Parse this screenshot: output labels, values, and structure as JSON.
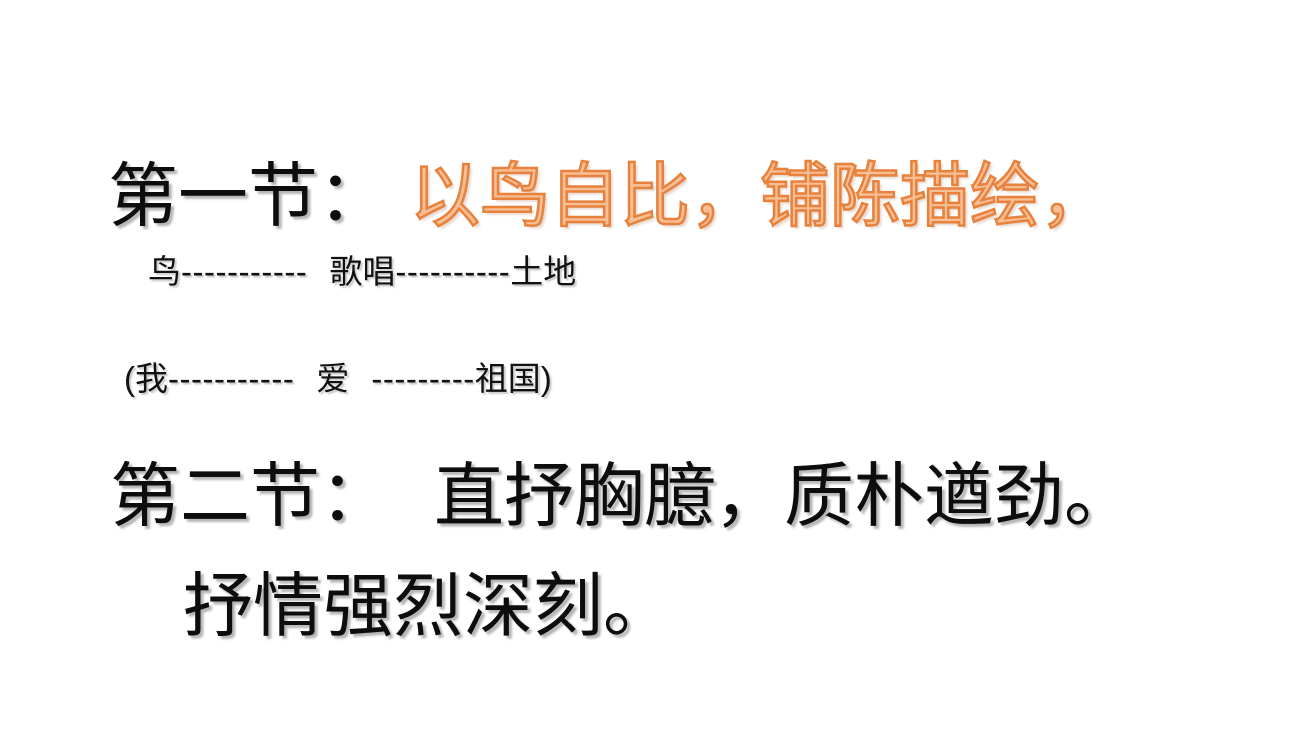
{
  "slide": {
    "background_color": "#ffffff",
    "text_color": "#0d0d0d",
    "accent_fill_color": "#f7bf96",
    "accent_stroke_color": "#e8813c",
    "lines": [
      {
        "id": "section-one",
        "label_text": "第一节：",
        "accent_text": "以鸟自比，铺陈描绘，",
        "style": "heading"
      },
      {
        "id": "bird-mapping",
        "left_term": "鸟",
        "left_dashes": "-----------",
        "middle_term": "歌唱",
        "right_dashes": "----------",
        "right_term": "土地",
        "style": "mapping"
      },
      {
        "id": "me-mapping",
        "left_term": "(我",
        "left_dashes": "-----------",
        "middle_term": "爱",
        "right_dashes": "---------",
        "right_term": "祖国)",
        "style": "mapping"
      },
      {
        "id": "section-two",
        "label_text": "第二节：",
        "body_text": "直抒胸臆，质朴遒劲。",
        "style": "heading"
      },
      {
        "id": "lyric",
        "body_text": "抒情强烈深刻。",
        "style": "heading"
      }
    ]
  },
  "text": {
    "section_one_label": "第一节：",
    "section_one_accent": "以鸟自比，铺陈描绘，",
    "bird_left": "鸟",
    "bird_left_dashes": "-----------",
    "bird_middle": "歌唱",
    "bird_right_dashes": "----------",
    "bird_right": "土地",
    "me_left": "(我",
    "me_left_dashes": "-----------",
    "me_middle": "爱",
    "me_right_dashes": "---------",
    "me_right": "祖国)",
    "section_two_label": "第二节：",
    "section_two_body": "直抒胸臆，质朴遒劲。",
    "lyric_body": "抒情强烈深刻。"
  }
}
